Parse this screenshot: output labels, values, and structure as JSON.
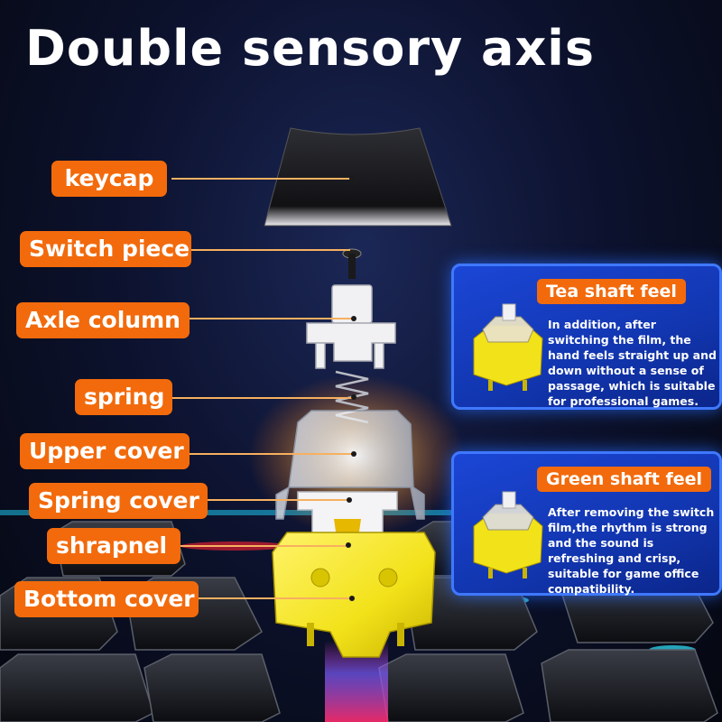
{
  "title": "Double sensory axis",
  "parts": [
    {
      "label": "keycap"
    },
    {
      "label": "Switch piece"
    },
    {
      "label": "Axle column"
    },
    {
      "label": "spring"
    },
    {
      "label": "Upper cover"
    },
    {
      "label": "Spring cover"
    },
    {
      "label": "shrapnel"
    },
    {
      "label": "Bottom cover"
    }
  ],
  "tea_panel": {
    "title": "Tea shaft feel",
    "text": "In addition, after switching the film, the hand feels straight up and down without a sense of passage, which is suitable for professional games."
  },
  "green_panel": {
    "title": "Green shaft feel",
    "text": "After removing the switch film,the rhythm is strong and the sound is refreshing and crisp, suitable for game office compatibility."
  },
  "colors": {
    "label_bg": "#f26a0c",
    "panel_bg": "#1b46d6",
    "switch_housing": "#f2e21a",
    "background": "#0d1330"
  }
}
